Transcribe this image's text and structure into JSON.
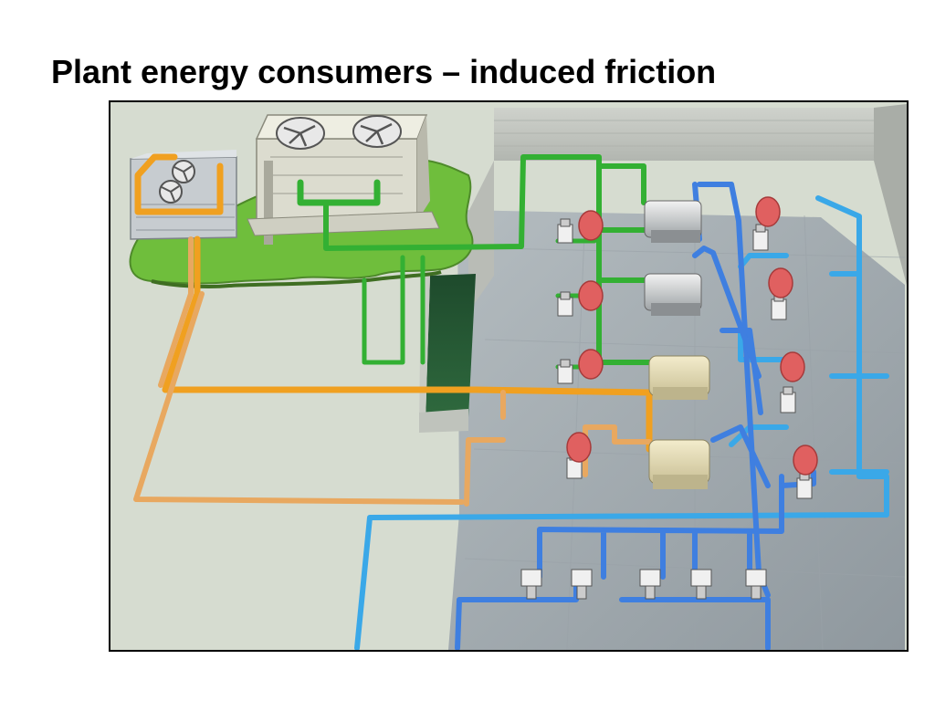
{
  "slide": {
    "title": "Plant energy consumers – induced friction"
  },
  "colors": {
    "condenser_water_hot": "#f0a020",
    "condenser_water_cold": "#e8a860",
    "cooling_tower_loop": "#33b033",
    "chilled_supply": "#3aa8e8",
    "chilled_return": "#3f7fe0",
    "friction_marker": "#e06060",
    "ground": "#6fbe3c",
    "slab": "#a9b1b6",
    "wall": "#c3c7c3",
    "background": "#d6dcd0"
  },
  "diagram": {
    "equipment": {
      "cooling_towers": 2,
      "chillers": 4,
      "condenser_pumps": 4,
      "primary_pumps": 4,
      "secondary_pumps": 5
    },
    "friction_markers": 8
  }
}
